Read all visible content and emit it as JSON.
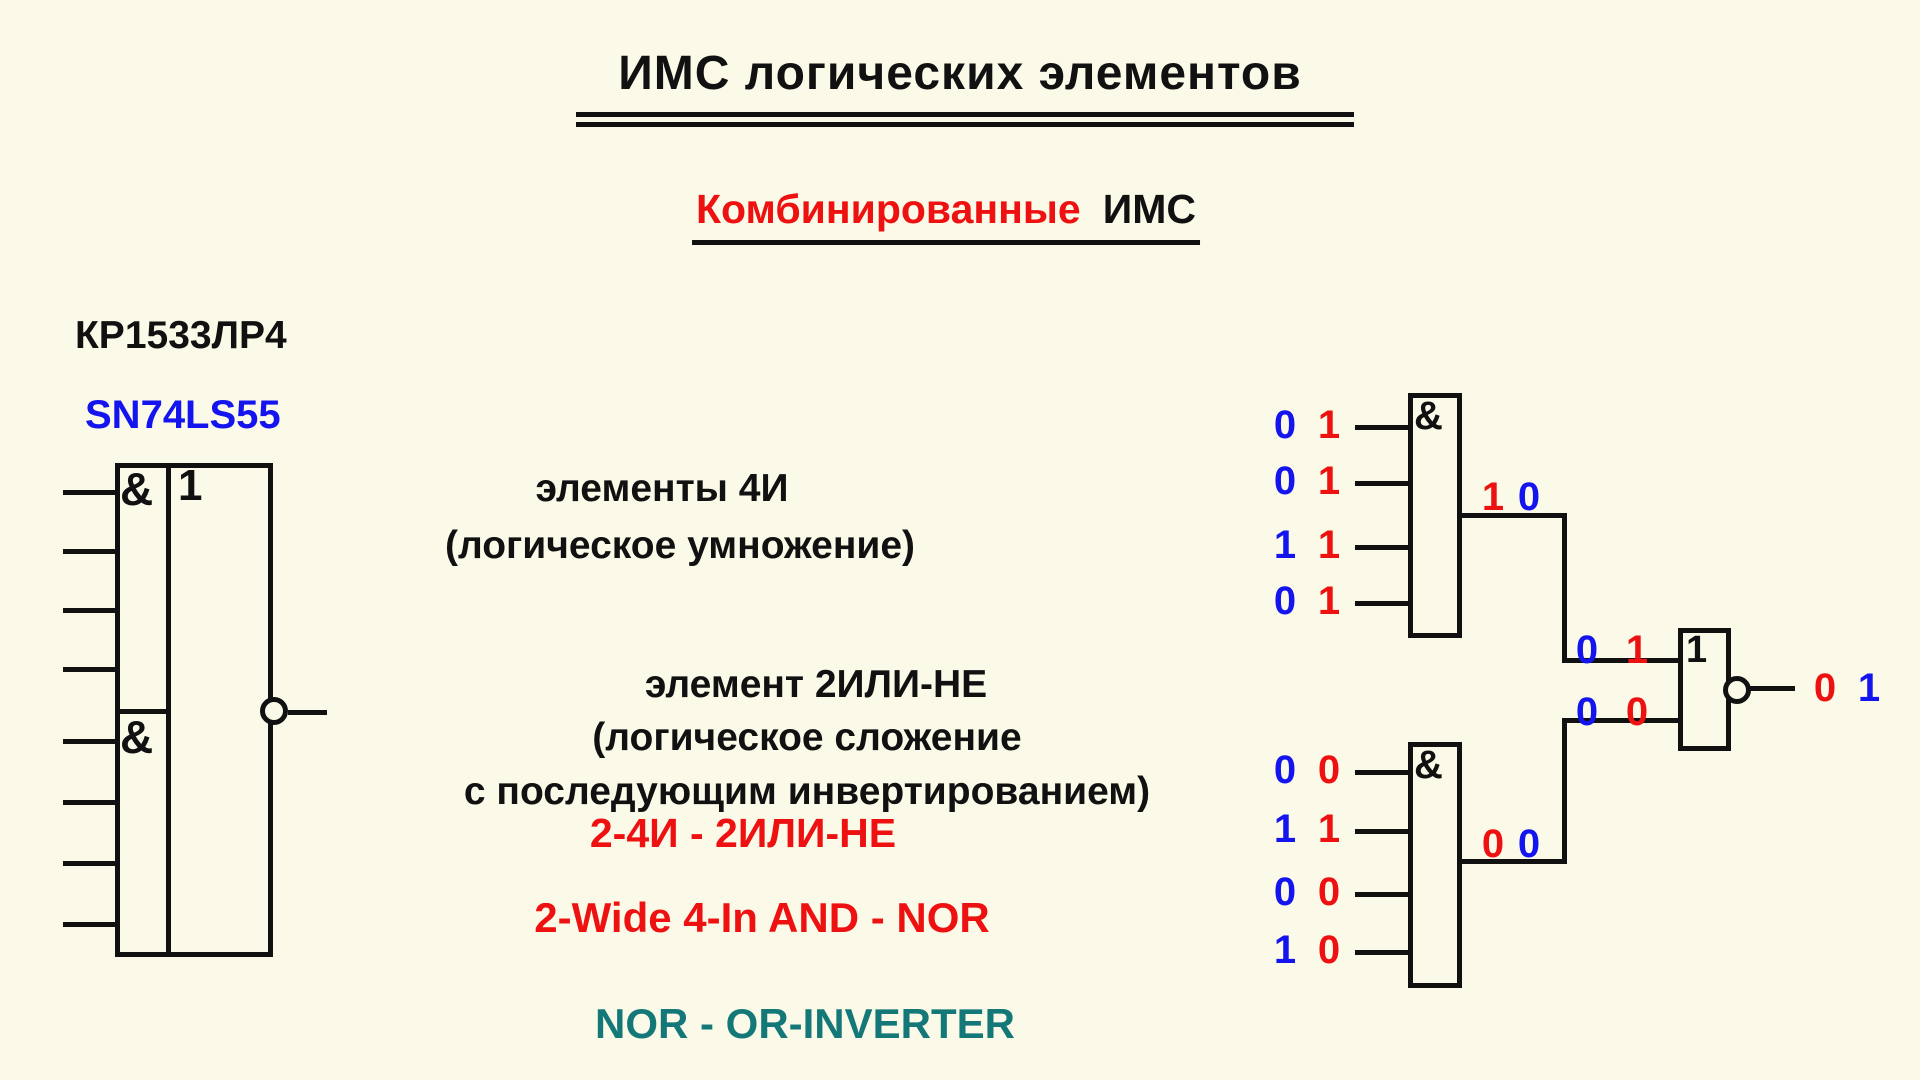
{
  "title": "ИМС логических элементов",
  "subtitle": {
    "highlight": "Комбинированные",
    "rest": "ИМС"
  },
  "colors": {
    "ink": "#111111",
    "red": "#ee1111",
    "blue": "#1414ee",
    "teal": "#147878",
    "background": "#fbfae8"
  },
  "left_ic": {
    "part_number_ru": "КР1533ЛР4",
    "part_number_intl": "SN74LS55",
    "and_section_top_label": "&",
    "and_section_bottom_label": "&",
    "or_section_label": "1",
    "input_count": 8
  },
  "descriptions": {
    "and_line1": "элементы 4И",
    "and_line2": "(логическое умножение)",
    "nor_line1": "элемент 2ИЛИ-НЕ",
    "nor_line2": "(логическое сложение",
    "nor_line3": "с последующим инвертированием)",
    "function_ru": "2-4И - 2ИЛИ-НЕ",
    "function_en": "2-Wide 4-In AND - NOR",
    "function_en2": "NOR - OR-INVERTER"
  },
  "circuit": {
    "top_gate": {
      "symbol": "&",
      "inputs": [
        {
          "blue": "0",
          "red": "1"
        },
        {
          "blue": "0",
          "red": "1"
        },
        {
          "blue": "1",
          "red": "1"
        },
        {
          "blue": "0",
          "red": "1"
        }
      ],
      "output": {
        "red": "1",
        "blue": "0"
      }
    },
    "bottom_gate": {
      "symbol": "&",
      "inputs": [
        {
          "blue": "0",
          "red": "0"
        },
        {
          "blue": "1",
          "red": "1"
        },
        {
          "blue": "0",
          "red": "0"
        },
        {
          "blue": "1",
          "red": "0"
        }
      ],
      "output": {
        "red": "0",
        "blue": "0"
      }
    },
    "nor_gate": {
      "symbol": "1",
      "input1": {
        "blue": "0",
        "red": "1"
      },
      "input2": {
        "blue": "0",
        "red": "0"
      },
      "output": {
        "red": "0",
        "blue": "1"
      }
    }
  }
}
